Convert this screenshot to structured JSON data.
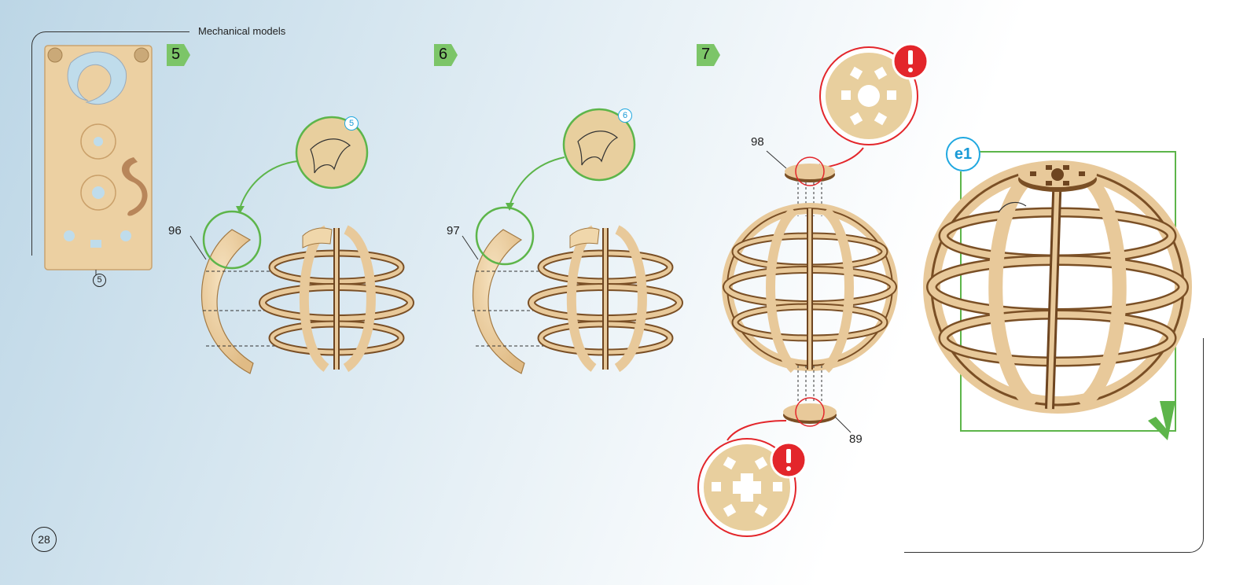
{
  "header": {
    "title": "Mechanical models"
  },
  "page_number": "28",
  "sheet": {
    "label": "5"
  },
  "steps": [
    {
      "number": "5",
      "part": "96",
      "detail_badge": "5"
    },
    {
      "number": "6",
      "part": "97",
      "detail_badge": "6"
    },
    {
      "number": "7",
      "part_top": "98",
      "part_bottom": "89"
    }
  ],
  "result": {
    "label": "e1"
  },
  "colors": {
    "accent_green": "#5db54a",
    "warning_red": "#e3262b",
    "info_blue": "#1a9ad6",
    "wood": "#e8c99a",
    "wood_dark": "#7a4f25"
  }
}
